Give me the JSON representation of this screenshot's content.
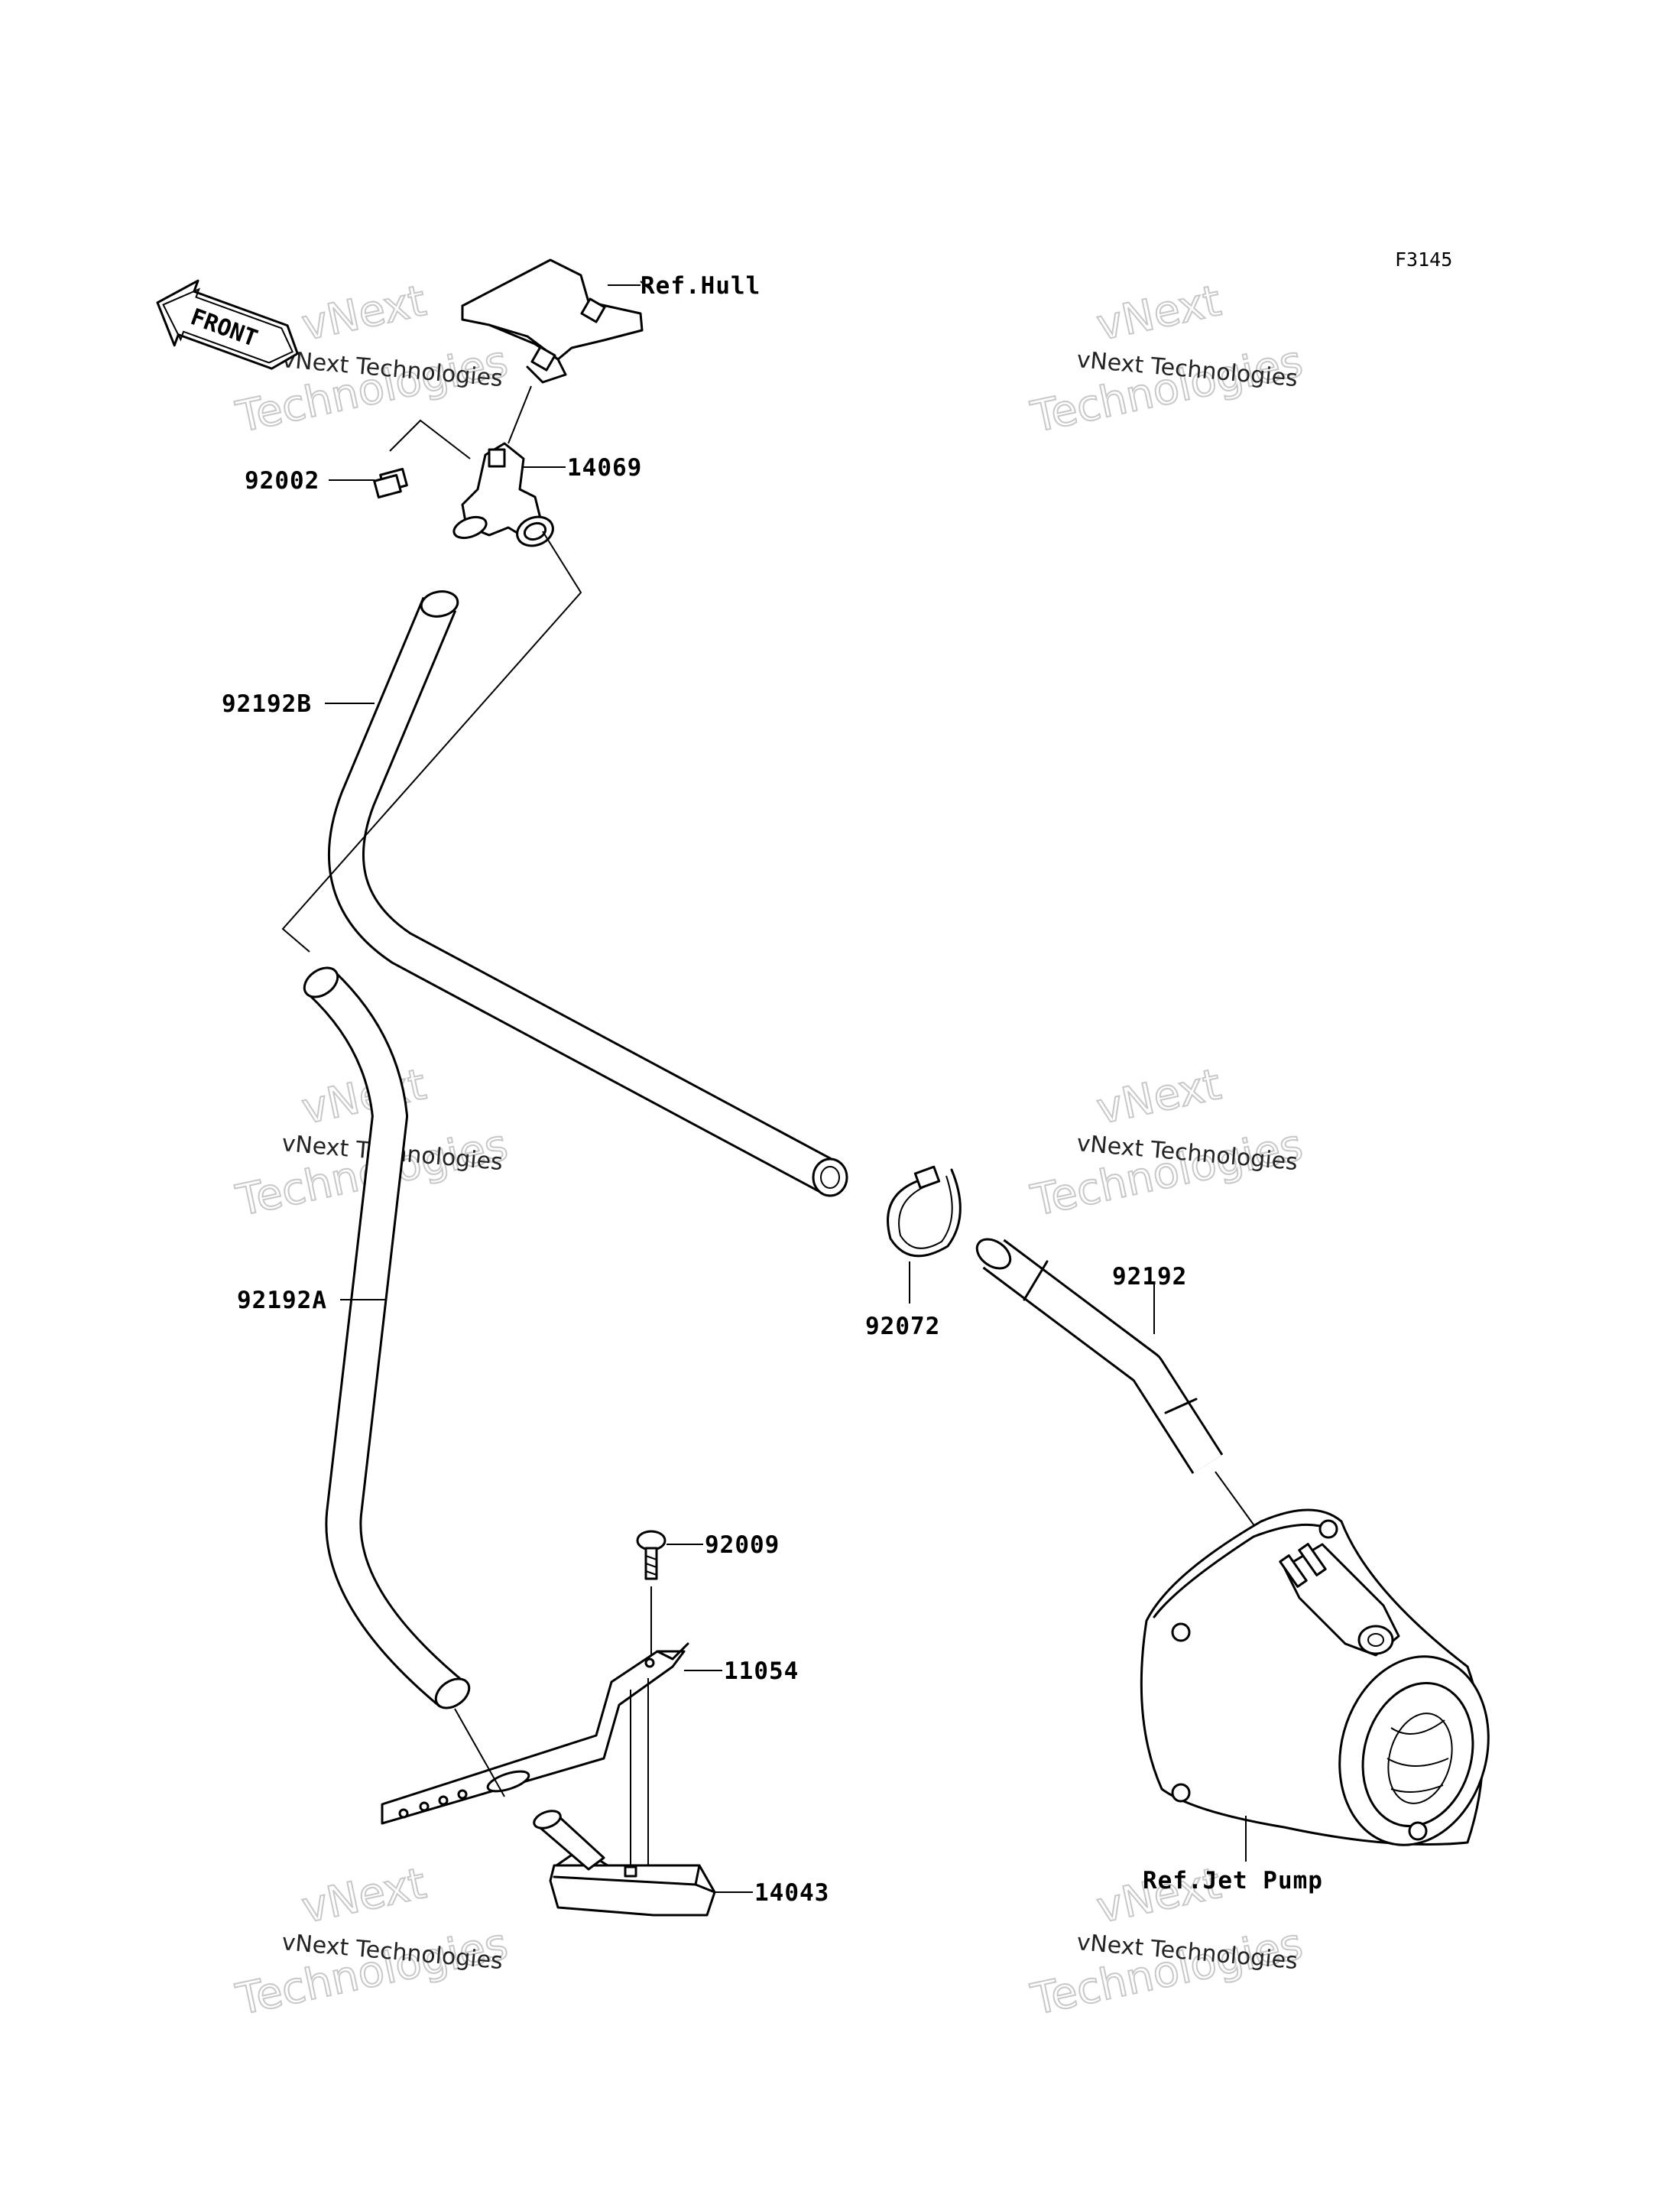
{
  "diagram": {
    "figure_code": "F3145",
    "front_marker": "FRONT",
    "watermark": {
      "line1": "vNext Technologies",
      "line2": "vNext",
      "line3": "Technologies"
    },
    "parts": [
      {
        "id": "ref_hull",
        "label": "Ref.Hull"
      },
      {
        "id": "14069",
        "label": "14069"
      },
      {
        "id": "92002",
        "label": "92002"
      },
      {
        "id": "92192B",
        "label": "92192B"
      },
      {
        "id": "92192A",
        "label": "92192A"
      },
      {
        "id": "92072",
        "label": "92072"
      },
      {
        "id": "92192",
        "label": "92192"
      },
      {
        "id": "92009",
        "label": "92009"
      },
      {
        "id": "11054",
        "label": "11054"
      },
      {
        "id": "14043",
        "label": "14043"
      },
      {
        "id": "ref_jet_pump",
        "label": "Ref.Jet Pump"
      }
    ]
  }
}
